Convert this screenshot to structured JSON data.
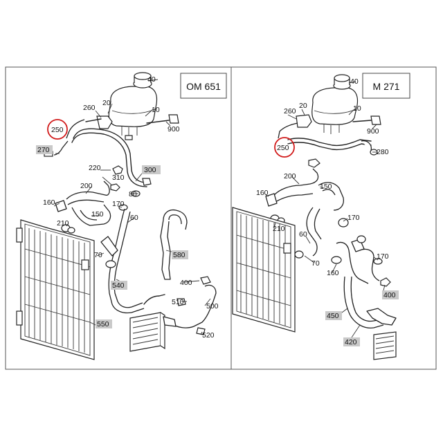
{
  "panels": [
    {
      "engine": "OM 651",
      "labels": {
        "l10": "10",
        "l20": "20",
        "l40": "40",
        "l60": "60",
        "l70": "70",
        "l80": "80",
        "l150": "150",
        "l160": "160",
        "l170": "170",
        "l200": "200",
        "l210": "210",
        "l220": "220",
        "l250": "250",
        "l260": "260",
        "l270": "270",
        "l300": "300",
        "l310": "310",
        "l400": "400",
        "l500": "500",
        "l510": "510",
        "l520": "520",
        "l540": "540",
        "l550": "550",
        "l580": "580",
        "l900": "900"
      },
      "highlighted": "250"
    },
    {
      "engine": "M 271",
      "labels": {
        "l10": "10",
        "l20": "20",
        "l40": "40",
        "l60": "60",
        "l70": "70",
        "l150": "150",
        "l160": "160",
        "l170": "170",
        "l200": "200",
        "l210": "210",
        "l250": "250",
        "l260": "260",
        "l280": "280",
        "l400": "400",
        "l420": "420",
        "l450": "450",
        "l900": "900"
      },
      "highlighted": "250"
    }
  ],
  "colors": {
    "highlight": "#d11a1a",
    "label_box": "#c9c9c9",
    "border": "#555555"
  }
}
